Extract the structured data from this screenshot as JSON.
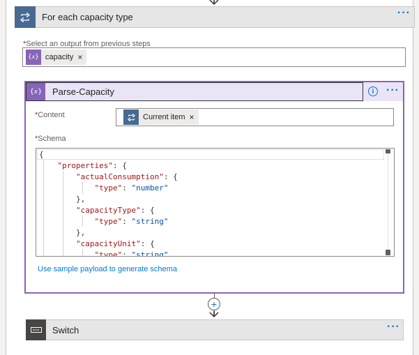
{
  "foreach": {
    "title": "For each capacity type",
    "more_label": "···",
    "select_label": "Select an output from previous steps",
    "required_mark": "*",
    "token": {
      "label": "capacity",
      "close": "×",
      "icon": "expression-icon"
    }
  },
  "parse": {
    "title": "Parse-Capacity",
    "info_label": "i",
    "more_label": "···",
    "content_label": "Content",
    "content_token": {
      "label": "Current item",
      "close": "×",
      "icon": "loop-icon"
    },
    "schema_label": "Schema",
    "schema_lines": [
      "{",
      "    \"properties\": {",
      "        \"actualConsumption\": {",
      "            \"type\": \"number\"",
      "        },",
      "        \"capacityType\": {",
      "            \"type\": \"string\"",
      "        },",
      "        \"capacityUnit\": {",
      "            \"type\": \"string\""
    ],
    "sample_link": "Use sample payload to generate schema"
  },
  "connector": {
    "add_label": "+"
  },
  "switch": {
    "title": "Switch",
    "more_label": "···"
  },
  "colors": {
    "loop_header": "#486991",
    "parse_accent": "#8764b8",
    "switch_icon": "#484644",
    "link": "#0078d4"
  }
}
